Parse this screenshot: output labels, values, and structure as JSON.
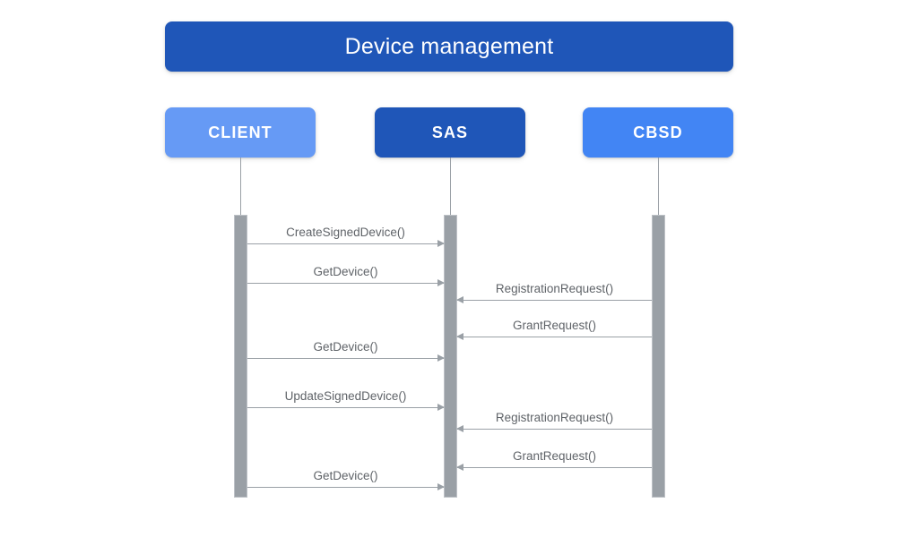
{
  "diagram": {
    "type": "sequence-diagram",
    "title": "Device management",
    "colors": {
      "title_bg": "#1F56B8",
      "client_bg": "#669AF5",
      "sas_bg": "#1F56B8",
      "cbsd_bg": "#4285F4",
      "activation_bar": "#9AA0A6",
      "message_line": "#9AA0A6",
      "label_text": "#5F6368",
      "canvas_bg": "#FFFFFF"
    },
    "actors": [
      {
        "id": "client",
        "label": "CLIENT"
      },
      {
        "id": "sas",
        "label": "SAS"
      },
      {
        "id": "cbsd",
        "label": "CBSD"
      }
    ],
    "messages": [
      {
        "label": "CreateSignedDevice()",
        "from": "client",
        "to": "sas",
        "direction": "right"
      },
      {
        "label": "GetDevice()",
        "from": "client",
        "to": "sas",
        "direction": "right"
      },
      {
        "label": "RegistrationRequest()",
        "from": "cbsd",
        "to": "sas",
        "direction": "left"
      },
      {
        "label": "GrantRequest()",
        "from": "cbsd",
        "to": "sas",
        "direction": "left"
      },
      {
        "label": "GetDevice()",
        "from": "client",
        "to": "sas",
        "direction": "right"
      },
      {
        "label": "UpdateSignedDevice()",
        "from": "client",
        "to": "sas",
        "direction": "right"
      },
      {
        "label": "RegistrationRequest()",
        "from": "cbsd",
        "to": "sas",
        "direction": "left"
      },
      {
        "label": "GrantRequest()",
        "from": "cbsd",
        "to": "sas",
        "direction": "left"
      },
      {
        "label": "GetDevice()",
        "from": "client",
        "to": "sas",
        "direction": "right"
      }
    ]
  }
}
